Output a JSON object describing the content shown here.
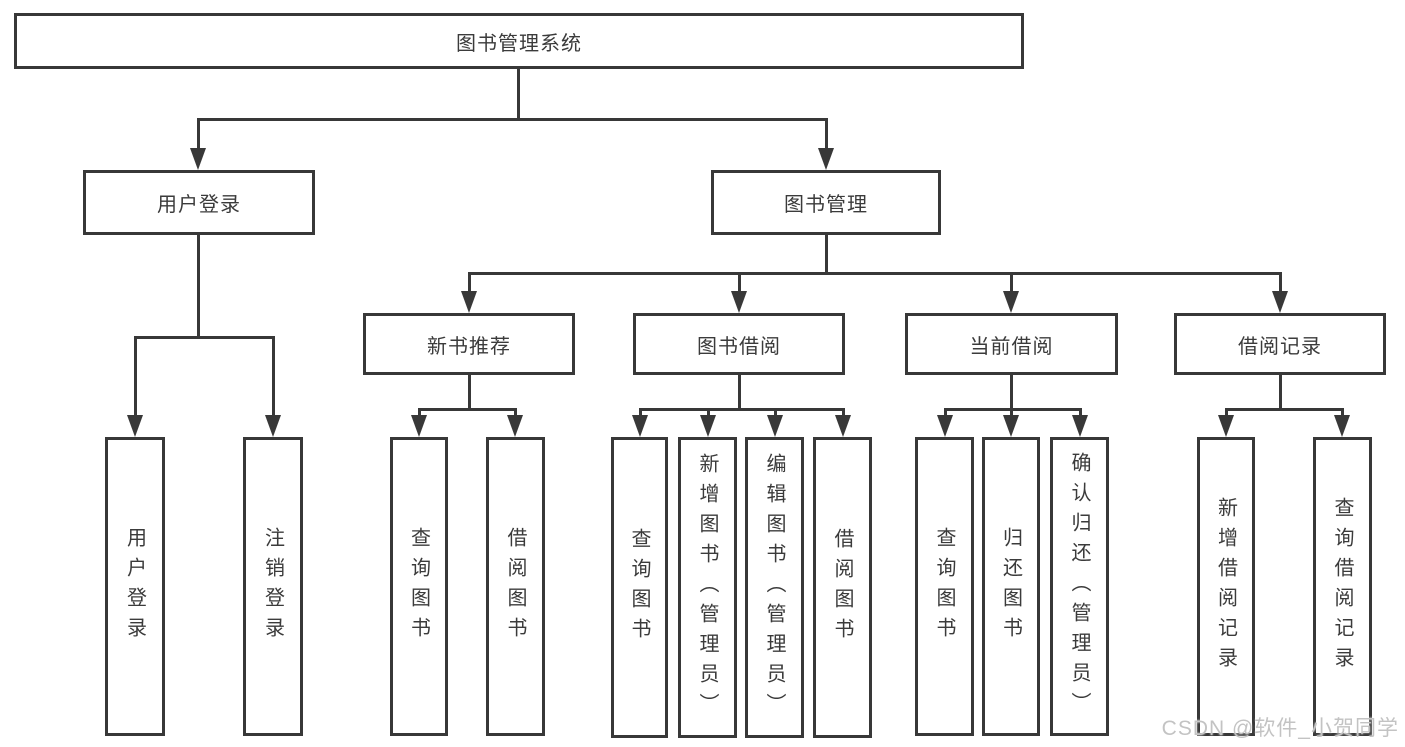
{
  "diagram_type": "hierarchy-tree",
  "tree": {
    "label": "图书管理系统",
    "children": [
      {
        "label": "用户登录",
        "children": [
          {
            "label": "用户登录"
          },
          {
            "label": "注销登录"
          }
        ]
      },
      {
        "label": "图书管理",
        "children": [
          {
            "label": "新书推荐",
            "children": [
              {
                "label": "查询图书"
              },
              {
                "label": "借阅图书"
              }
            ]
          },
          {
            "label": "图书借阅",
            "children": [
              {
                "label": "查询图书"
              },
              {
                "label": "新增图书（管理员）"
              },
              {
                "label": "编辑图书（管理员）"
              },
              {
                "label": "借阅图书"
              }
            ]
          },
          {
            "label": "当前借阅",
            "children": [
              {
                "label": "查询图书"
              },
              {
                "label": "归还图书"
              },
              {
                "label": "确认归还（管理员）"
              }
            ]
          },
          {
            "label": "借阅记录",
            "children": [
              {
                "label": "新增借阅记录"
              },
              {
                "label": "查询借阅记录"
              }
            ]
          }
        ]
      }
    ]
  },
  "watermark": "CSDN @软件_小贺同学",
  "colors": {
    "line": "#383838",
    "text": "#3b3b3b",
    "bg": "#ffffff",
    "watermark": "#c3c3c3"
  }
}
